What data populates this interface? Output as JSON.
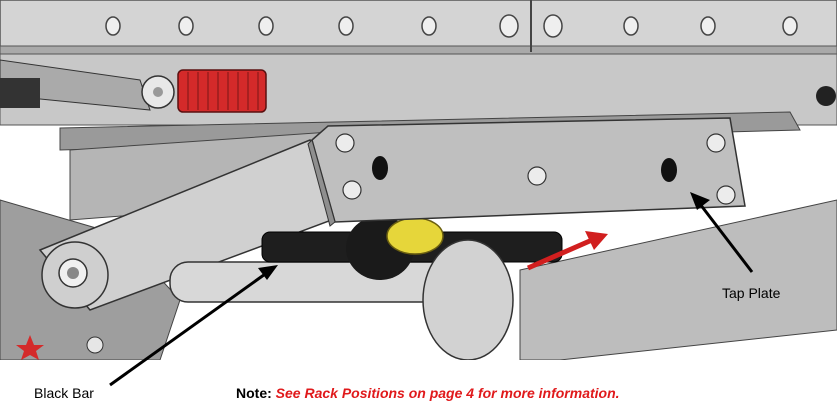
{
  "callouts": {
    "tap_plate": "Tap Plate",
    "black_bar": "Black Bar"
  },
  "note": {
    "prefix": "Note:",
    "text": "See Rack Positions on page 4 for more information."
  },
  "colors": {
    "note_text": "#e0191b",
    "direction_arrow": "#d11f1f",
    "knob": "#d42a2a",
    "roller": "#e6d63a"
  },
  "icons": [
    "star-icon",
    "direction-arrow-icon"
  ]
}
